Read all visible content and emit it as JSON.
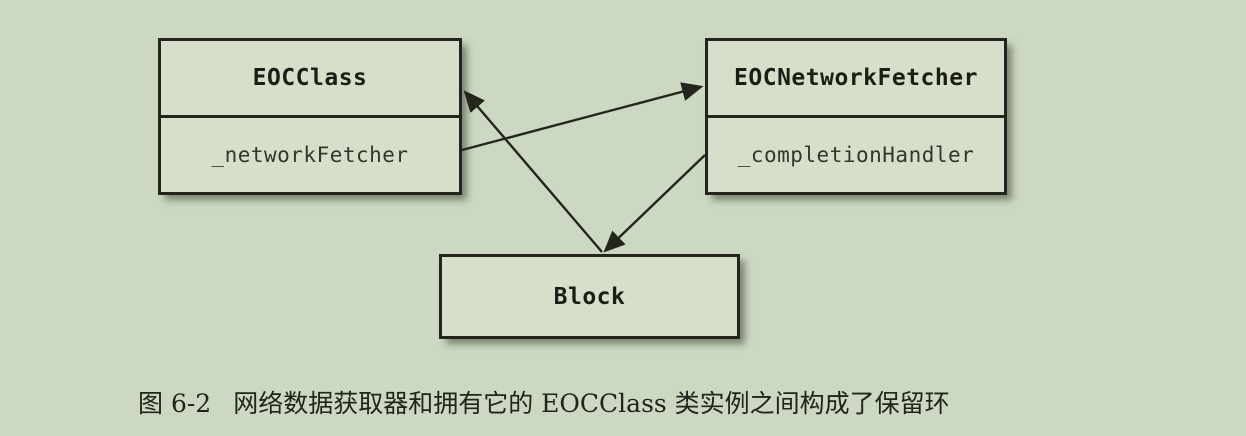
{
  "diagram": {
    "nodes": {
      "eocclass": {
        "title": "EOCClass",
        "attribute": "_networkFetcher"
      },
      "fetcher": {
        "title": "EOCNetworkFetcher",
        "attribute": "_completionHandler"
      },
      "block": {
        "title": "Block"
      }
    },
    "edges": [
      {
        "from": "EOCClass._networkFetcher",
        "to": "EOCNetworkFetcher"
      },
      {
        "from": "EOCNetworkFetcher._completionHandler",
        "to": "Block"
      },
      {
        "from": "Block",
        "to": "EOCClass"
      }
    ]
  },
  "caption": {
    "figure_number": "图 6-2",
    "text": "网络数据获取器和拥有它的 EOCClass 类实例之间构成了保留环"
  },
  "colors": {
    "background": "#cdd8c3",
    "box_fill": "#d6dfca",
    "line": "#24251c"
  }
}
